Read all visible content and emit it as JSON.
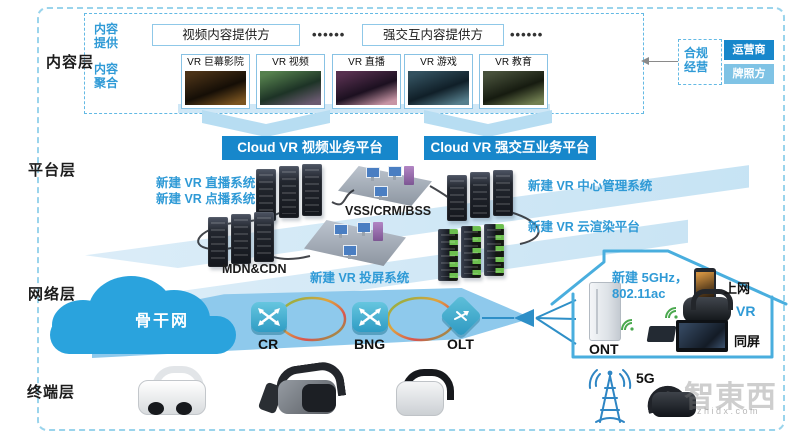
{
  "layers": {
    "content": "内容层",
    "platform": "平台层",
    "network": "网络层",
    "terminal": "终端层"
  },
  "content": {
    "provide_line1": "内容",
    "provide_line2": "提供",
    "aggregate_line1": "内容",
    "aggregate_line2": "聚合",
    "provider_video": "视频内容提供方",
    "provider_interactive": "强交互内容提供方",
    "dots": "••••••",
    "thumbs": [
      {
        "label": "VR 巨幕影院"
      },
      {
        "label": "VR 视频"
      },
      {
        "label": "VR 直播"
      },
      {
        "label": "VR 游戏"
      },
      {
        "label": "VR 教育"
      }
    ]
  },
  "compliance": {
    "line1": "合规",
    "line2": "经营",
    "operator": "运营商",
    "licensee": "牌照方"
  },
  "platform": {
    "video_platform": "Cloud VR 视频业务平台",
    "interactive_platform": "Cloud VR 强交互业务平台",
    "live_system": "新建 VR 直播系统",
    "vod_system": "新建 VR 点播系统",
    "oss": "VSS/CRM/BSS",
    "central_mgmt": "新建 VR 中心管理系统",
    "cloud_render": "新建 VR 云渲染平台",
    "cdn": "MDN&CDN",
    "screen_cast": "新建 VR 投屏系统"
  },
  "network": {
    "backbone": "骨干网",
    "cr": "CR",
    "bng": "BNG",
    "olt": "OLT",
    "ont": "ONT",
    "wifi_line1": "新建 5GHz，",
    "wifi_line2": "802.11ac",
    "internet": "上网",
    "vr": "VR",
    "same_screen": "同屏"
  },
  "terminal": {
    "five_g": "5G"
  },
  "watermark": {
    "brand": "智東西",
    "site": "zhidx.com"
  },
  "colors": {
    "accent_blue": "#1787cb",
    "label_blue": "#2f9ad6",
    "band_blue": "#8ec9ec",
    "frame_dash": "#9ad4ec",
    "icon_teal": "#3fa9cf",
    "green_led": "#6cbf4e"
  }
}
